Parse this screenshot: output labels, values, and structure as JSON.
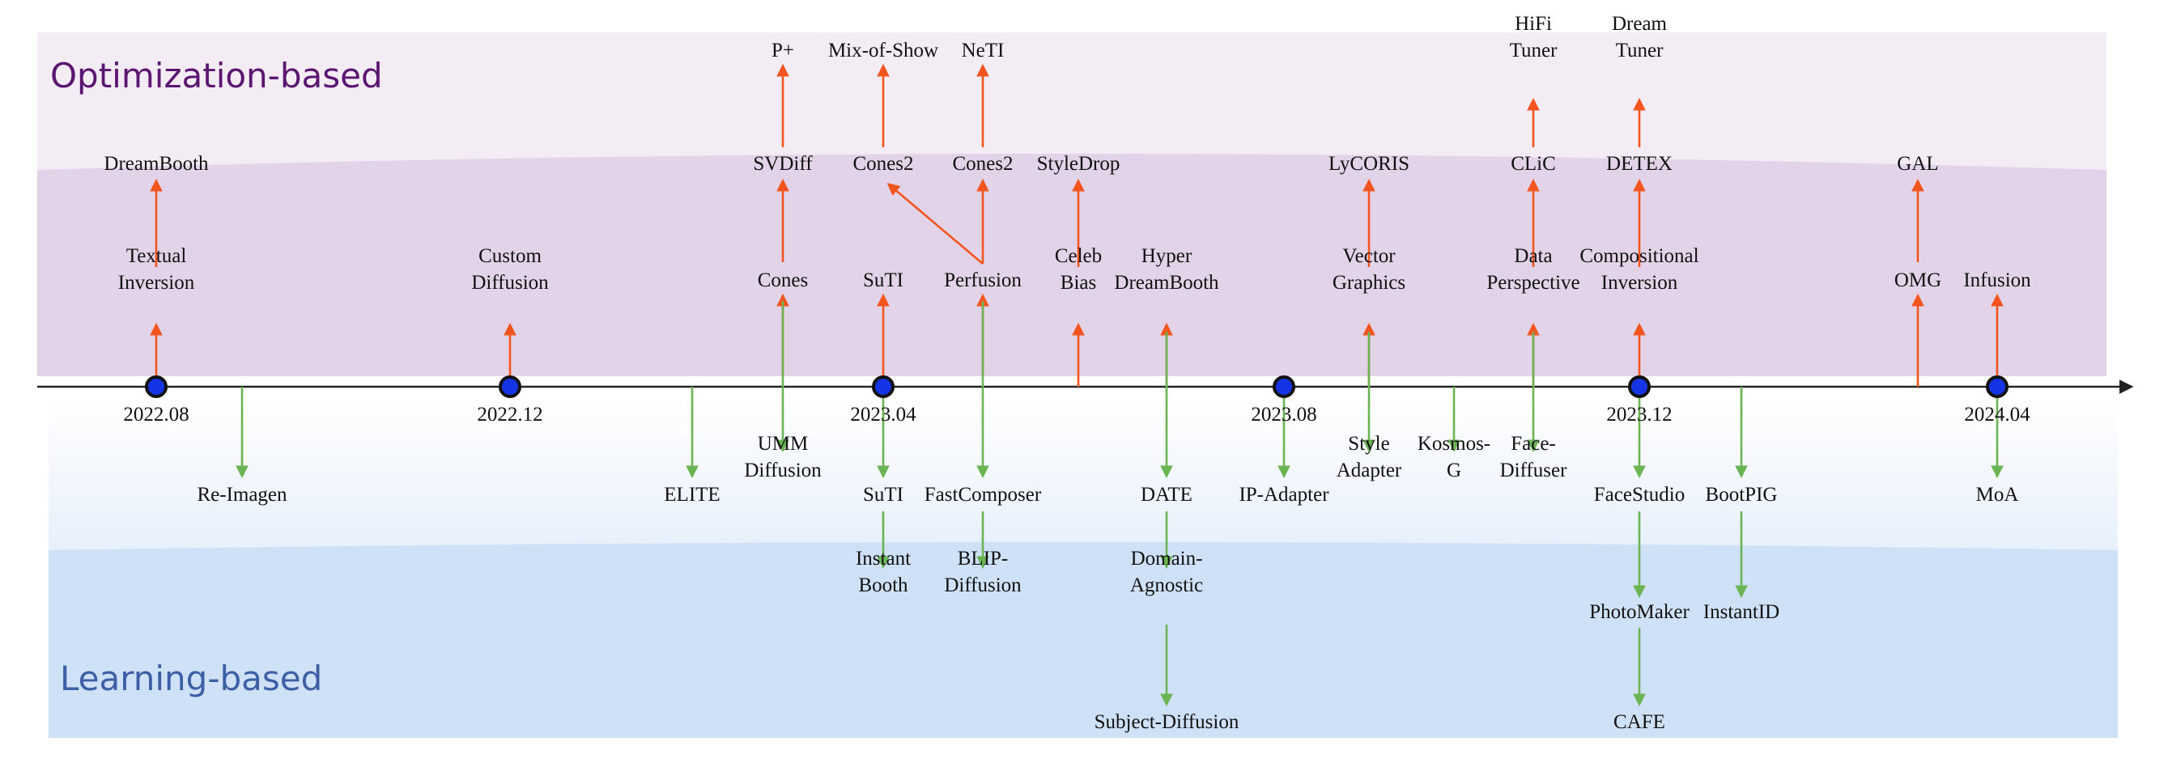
{
  "regions": {
    "top_title": "Optimization-based",
    "bottom_title": "Learning-based",
    "colors": {
      "optimization_text": "#5a1670",
      "learning_text": "#3d5fa6",
      "optimization_arrow": "#f4541e",
      "learning_arrow": "#6bb454",
      "date_marker": "#1434e6"
    }
  },
  "timeline": {
    "dates": [
      "2022.08",
      "2022.12",
      "2023.04",
      "2023.08",
      "2023.12",
      "2024.04"
    ]
  },
  "methods": {
    "textual_inversion": "Textual\nInversion",
    "dreambooth": "DreamBooth",
    "custom_diffusion": "Custom\nDiffusion",
    "cones": "Cones",
    "svdiff": "SVDiff",
    "p_plus": "P+",
    "suti_top": "SuTI",
    "cones2_a": "Cones2",
    "mix_of_show": "Mix-of-Show",
    "perfusion": "Perfusion",
    "cones2_b": "Cones2",
    "neti": "NeTI",
    "celeb_bias": "Celeb\nBias",
    "styledrop": "StyleDrop",
    "hyper_dreambooth": "Hyper\nDreamBooth",
    "vector_graphics": "Vector\nGraphics",
    "lycoris": "LyCORIS",
    "data_perspective": "Data\nPerspective",
    "clic": "CLiC",
    "hifi_tuner": "HiFi\nTuner",
    "compositional_inversion": "Compositional\nInversion",
    "detex": "DETEX",
    "dream_tuner": "Dream\nTuner",
    "omg": "OMG",
    "gal": "GAL",
    "infusion": "Infusion",
    "re_imagen": "Re-Imagen",
    "elite": "ELITE",
    "umm_diffusion": "UMM\nDiffusion",
    "suti_bottom": "SuTI",
    "instant_booth": "Instant\nBooth",
    "fastcomposer": "FastComposer",
    "blip_diffusion": "BLIP-\nDiffusion",
    "date": "DATE",
    "domain_agnostic": "Domain-\nAgnostic",
    "subject_diffusion": "Subject-Diffusion",
    "ip_adapter": "IP-Adapter",
    "style_adapter": "Style\nAdapter",
    "kosmos_g": "Kosmos-\nG",
    "face_diffuser": "Face-\nDiffuser",
    "facestudio": "FaceStudio",
    "photomaker": "PhotoMaker",
    "cafe": "CAFE",
    "bootpig": "BootPIG",
    "instantid": "InstantID",
    "moa": "MoA"
  }
}
